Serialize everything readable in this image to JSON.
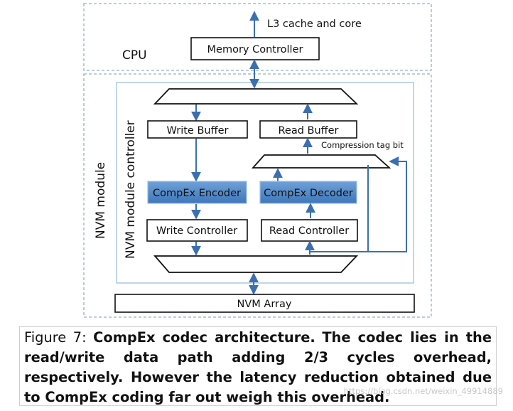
{
  "diagram": {
    "l3_label": "L3 cache and core",
    "memory_controller": "Memory Controller",
    "cpu_label": "CPU",
    "nvm_module_label": "NVM module",
    "nvm_controller_label": "NVM module controller",
    "write_buffer": "Write Buffer",
    "read_buffer": "Read Buffer",
    "compression_tag": "Compression tag bit",
    "compex_encoder": "CompEx Encoder",
    "compex_decoder": "CompEx Decoder",
    "write_controller": "Write Controller",
    "read_controller": "Read Controller",
    "nvm_array": "NVM Array",
    "colors": {
      "accent_box": "#4f86c6",
      "arrow": "#3a6fb0",
      "dashed": "#8fb0d0"
    }
  },
  "caption": {
    "label": "Figure 7:",
    "title": "CompEx codec architecture.",
    "body": "The codec lies in the read/write data path adding 2/3 cycles overhead, respectively. However the latency reduction obtained due to CompEx coding far out weigh this overhead."
  },
  "watermark": "https://blog.csdn.net/weixin_49914889"
}
